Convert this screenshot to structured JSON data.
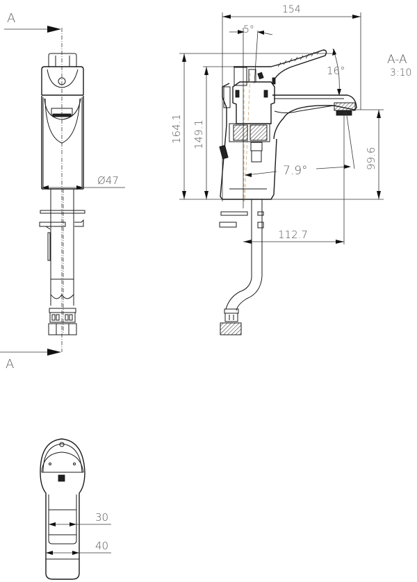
{
  "drawing": {
    "type": "technical-drawing",
    "subject": "single-lever basin mixer faucet",
    "section_marker": {
      "top_label": "A",
      "bottom_label": "A"
    },
    "section_view": {
      "title": "A-A",
      "scale": "3:10"
    },
    "dimensions": {
      "base_diameter": "Ø47",
      "overall_length": "154",
      "lever_angle": "5°",
      "lever_tilt": "16°",
      "overall_height": "164.1",
      "body_height": "149.1",
      "spout_height": "99.6",
      "spout_angle": "7.9°",
      "spout_reach": "112.7",
      "top_inner_width": "30",
      "top_outer_width": "40"
    },
    "views": [
      {
        "name": "front-view",
        "description": "Front elevation with supply hoses"
      },
      {
        "name": "section-view",
        "description": "Section A-A side elevation"
      },
      {
        "name": "top-view",
        "description": "Plan view of lever"
      }
    ]
  }
}
